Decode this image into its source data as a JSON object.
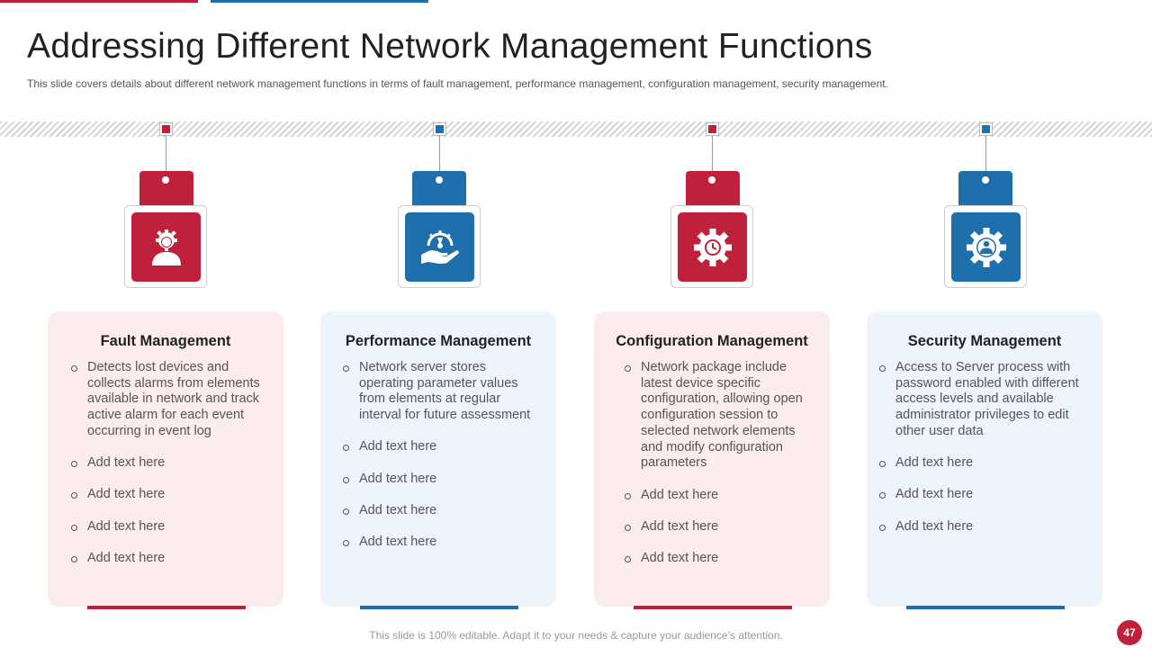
{
  "title": "Addressing Different Network Management Functions",
  "subtitle": "This slide covers details about different network management functions in terms of fault management, performance management, configuration management, security management.",
  "colors": {
    "red": "#c0213a",
    "blue": "#1f6fad",
    "red_card": "#fcecee",
    "blue_card": "#eef4fb"
  },
  "cards": [
    {
      "title": "Fault Management",
      "icon": "user-gear-icon",
      "bullets": [
        "Detects lost devices and collects alarms from elements available  in network and track active alarm for each event occurring in event log",
        "Add text here",
        "Add text here",
        "Add text here",
        "Add text here"
      ]
    },
    {
      "title": "Performance Management",
      "icon": "hand-speedometer-icon",
      "bullets": [
        "Network server stores operating parameter values from elements at regular interval for future assessment",
        "Add text here",
        "Add text here",
        "Add text here",
        "Add text here"
      ]
    },
    {
      "title": "Configuration Management",
      "icon": "gear-clock-icon",
      "bullets": [
        "Network package include latest device specific configuration, allowing open configuration session to selected network elements and modify configuration parameters",
        "Add text here",
        "Add text here",
        "Add text here"
      ]
    },
    {
      "title": "Security Management",
      "icon": "gear-person-icon",
      "bullets": [
        "Access to Server process with password enabled with different access levels and available administrator privileges to edit other user data",
        "Add text here",
        "Add text here",
        "Add text here"
      ]
    }
  ],
  "footer": "This slide is 100% editable. Adapt it to your needs & capture your audience’s attention.",
  "page_number": "47"
}
